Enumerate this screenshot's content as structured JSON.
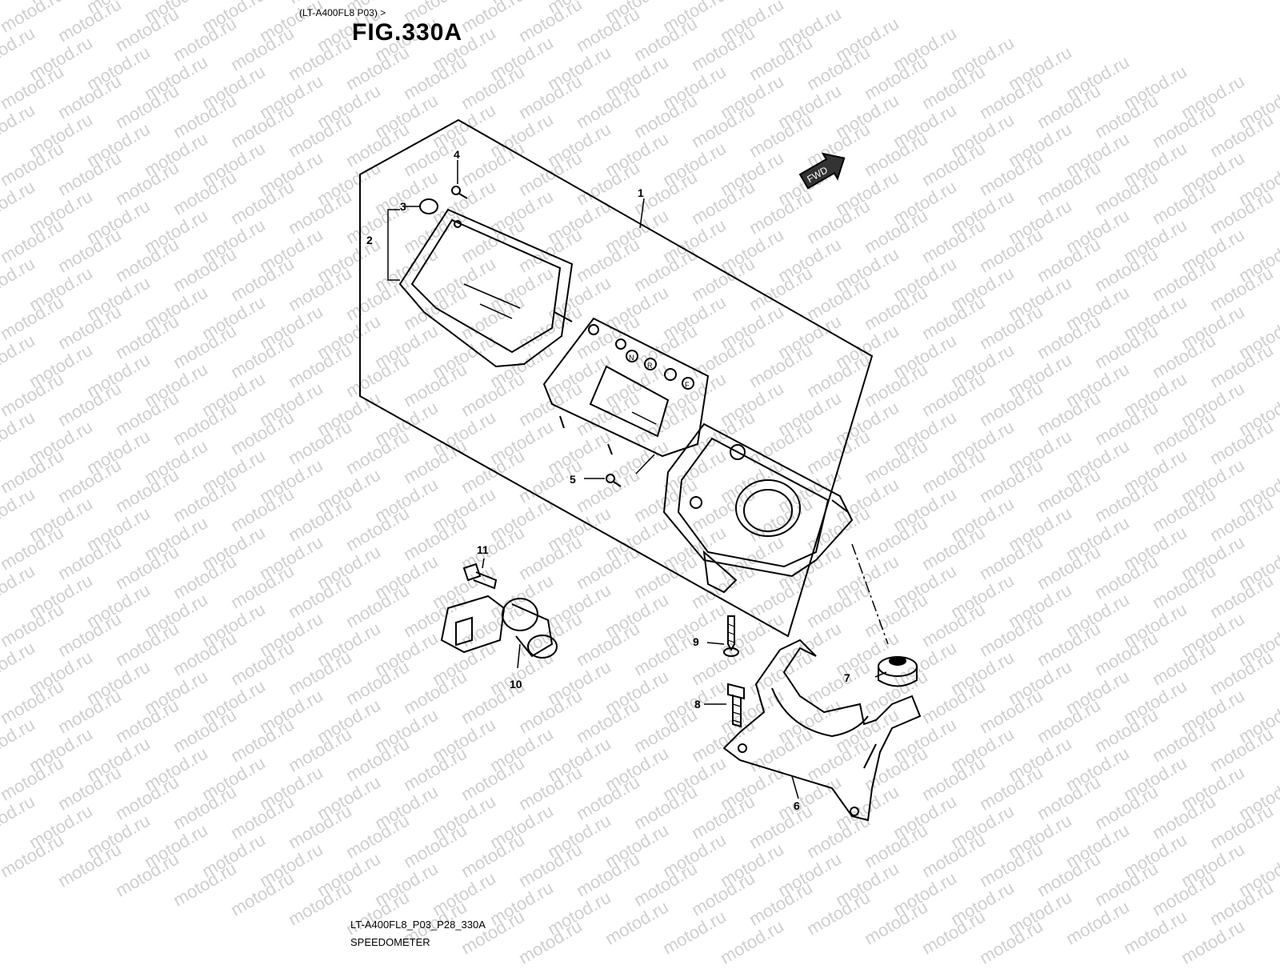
{
  "header": {
    "model_ref": "(LT-A400FL8 P03) >",
    "figure": "FIG.330A"
  },
  "footer": {
    "code": "LT-A400FL8_P03_P28_330A",
    "name": "SPEEDOMETER"
  },
  "watermark": "motod.ru",
  "badge": {
    "fwd": "FWD"
  },
  "parts": [
    {
      "no": "1"
    },
    {
      "no": "2"
    },
    {
      "no": "3"
    },
    {
      "no": "4"
    },
    {
      "no": "5"
    },
    {
      "no": "6"
    },
    {
      "no": "7"
    },
    {
      "no": "8"
    },
    {
      "no": "9"
    },
    {
      "no": "10"
    },
    {
      "no": "11"
    }
  ],
  "indicator_letters": [
    "N",
    "R",
    "F"
  ]
}
